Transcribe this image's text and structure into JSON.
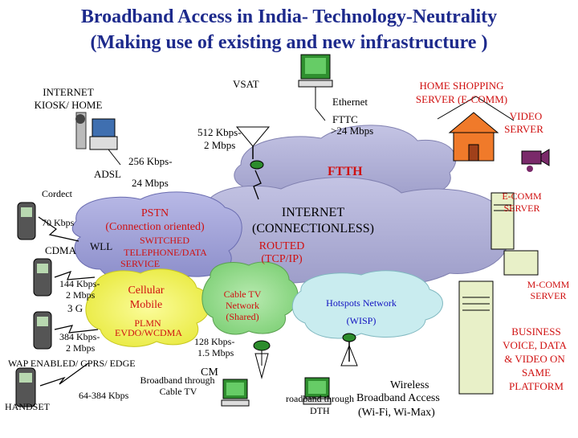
{
  "title": {
    "line1": "Broadband Access in India- Technology-Neutrality",
    "line2": "(Making use of existing and new infrastructure )"
  },
  "labels": {
    "vsat": "VSAT",
    "kiosk_line1": "INTERNET",
    "kiosk_line2": "KIOSK/ HOME",
    "ethernet": "Ethernet",
    "home_shopping_line1": "HOME SHOPPING",
    "home_shopping_line2": "SERVER (E-COMM)",
    "fttc_line1": "FTTC",
    "fttc_line2": ">24 Mbps",
    "video_server_line1": "VIDEO",
    "video_server_line2": "SERVER",
    "vsat_speed_line1": "512 Kbps-",
    "vsat_speed_line2": "2 Mbps",
    "adsl": "ADSL",
    "adsl_speed_line1": "256 Kbps-",
    "adsl_speed_line2": "24 Mbps",
    "ftth": "FTTH",
    "cordect": "Cordect",
    "ecomm_server_line1": "E-COMM",
    "ecomm_server_line2": "SERVER",
    "pstn_line1": "PSTN",
    "pstn_line2": "(Connection oriented)",
    "internet_line1": "INTERNET",
    "internet_line2": "(CONNECTIONLESS)",
    "cordect_speed": "70 Kbps",
    "switched_line1": "SWITCHED",
    "switched_line2": "TELEPHONE/DATA",
    "switched_line3": "SERVICE",
    "routed_line1": "ROUTED",
    "routed_line2": "(TCP/IP)",
    "cdma": "CDMA",
    "wll": "WLL",
    "cdma_speed_line1": "144 Kbps-",
    "cdma_speed_line2": "2 Mbps",
    "cellular_line1": "Cellular",
    "cellular_line2": "Mobile",
    "cabletv_line1": "Cable TV",
    "cabletv_line2": "Network",
    "cabletv_line3": "(Shared)",
    "hotspots": "Hotspots Network",
    "wisp": "(WISP)",
    "mcomm_line1": "M-COMM",
    "mcomm_line2": "SERVER",
    "three_g": "3 G",
    "plmn_line1": "PLMN",
    "plmn_line2": "EVDO/WCDMA",
    "threeg_speed_line1": "384 Kbps-",
    "threeg_speed_line2": "2 Mbps",
    "cable_speed_line1": "128 Kbps-",
    "cable_speed_line2": "1.5 Mbps",
    "business_line1": "BUSINESS",
    "business_line2": "VOICE, DATA",
    "business_line3": "& VIDEO ON",
    "business_line4": "SAME",
    "business_line5": "PLATFORM",
    "wap": "WAP ENABLED/ GPRS/ EDGE",
    "cm": "CM",
    "bb_cable_line1": "Broadband through",
    "bb_cable_line2": "Cable TV",
    "wireless": "Wireless",
    "bb_dth_line1": "roadband through",
    "bb_dth_line2": "DTH",
    "bb_access_line1": "Broadband Access",
    "bb_access_line2": "(Wi-Fi, Wi-Max)",
    "handset": "HANDSET",
    "handset_speed": "64-384 Kbps"
  },
  "colors": {
    "title": "#1d2a8c",
    "label_red": "#d01010",
    "label_blue": "#1010c0",
    "pstn_cloud": "#9fa0d8",
    "internet_cloud": "#b0b0d6",
    "cellular_cloud": "#f4f56a",
    "cable_cloud": "#9edb97",
    "hotspot_cloud": "#c9ecef",
    "house": "#f07a2a",
    "server": "#e8f0c8"
  },
  "icons": [
    "satellite-dish-icon",
    "computer-icon",
    "house-icon",
    "video-camera-icon",
    "server-tower-icon",
    "mobile-phone-icon",
    "person-icon",
    "antenna-icon",
    "lightning-link-icon"
  ]
}
